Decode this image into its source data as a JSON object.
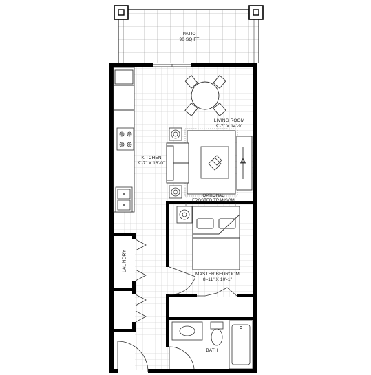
{
  "floorplan": {
    "rooms": [
      {
        "id": "patio",
        "name": "PATIO",
        "size": "90 SQ FT"
      },
      {
        "id": "living",
        "name": "LIVING ROOM",
        "size": "9'-7\" X 14'-9\""
      },
      {
        "id": "kitchen",
        "name": "KITCHEN",
        "size": "9'-7\" X 18'-0\""
      },
      {
        "id": "transom",
        "name": "OPTIONAL",
        "size": "FROSTED TRANSOM"
      },
      {
        "id": "laundry",
        "name": "LAUNDRY"
      },
      {
        "id": "bedroom",
        "name": "MASTER BEDROOM",
        "size": "8'-11\" X 10'-1\""
      },
      {
        "id": "bath",
        "name": "BATH"
      }
    ],
    "colors": {
      "wall": "#000000",
      "grid": "#d8d8d8",
      "line": "#555555"
    }
  }
}
